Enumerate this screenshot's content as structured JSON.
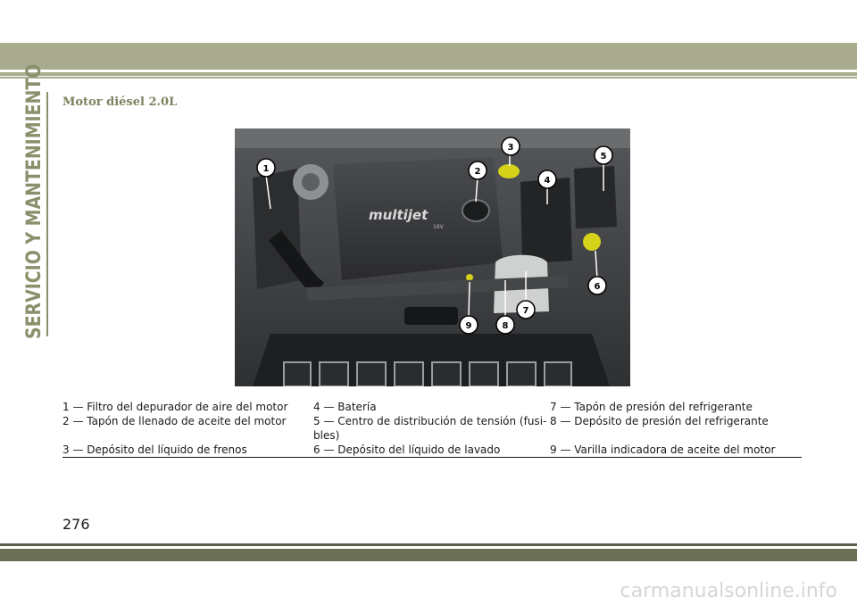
{
  "section_title": "SERVICIO Y MANTENIMIENTO",
  "figure_title": "Motor diésel 2.0L",
  "photo": {
    "badge_text": "multijet",
    "badge_sub": "16V",
    "callouts": [
      "1",
      "2",
      "3",
      "4",
      "5",
      "6",
      "7",
      "8",
      "9"
    ]
  },
  "legend": {
    "col1": [
      "1 — Filtro del depurador de aire del motor",
      "2 — Tapón de llenado de aceite del motor",
      "3 — Depósito del líquido de frenos"
    ],
    "col2": [
      "4 — Batería",
      "5 — Centro de distribución de tensión (fusi-",
      "bles)",
      "6 — Depósito del líquido de lavado"
    ],
    "col3": [
      "7 — Tapón de presión del refrigerante",
      "8 — Depósito de presión del refrigerante",
      "9 — Varilla indicadora de aceite del motor"
    ]
  },
  "page_number": "276",
  "watermark": "carmanualsonline.info",
  "colors": {
    "accent": "#8a8f6c",
    "band": "#a9ac8f",
    "callout_fill": "#ffffff",
    "yellow_cap": "#d6d21a"
  }
}
